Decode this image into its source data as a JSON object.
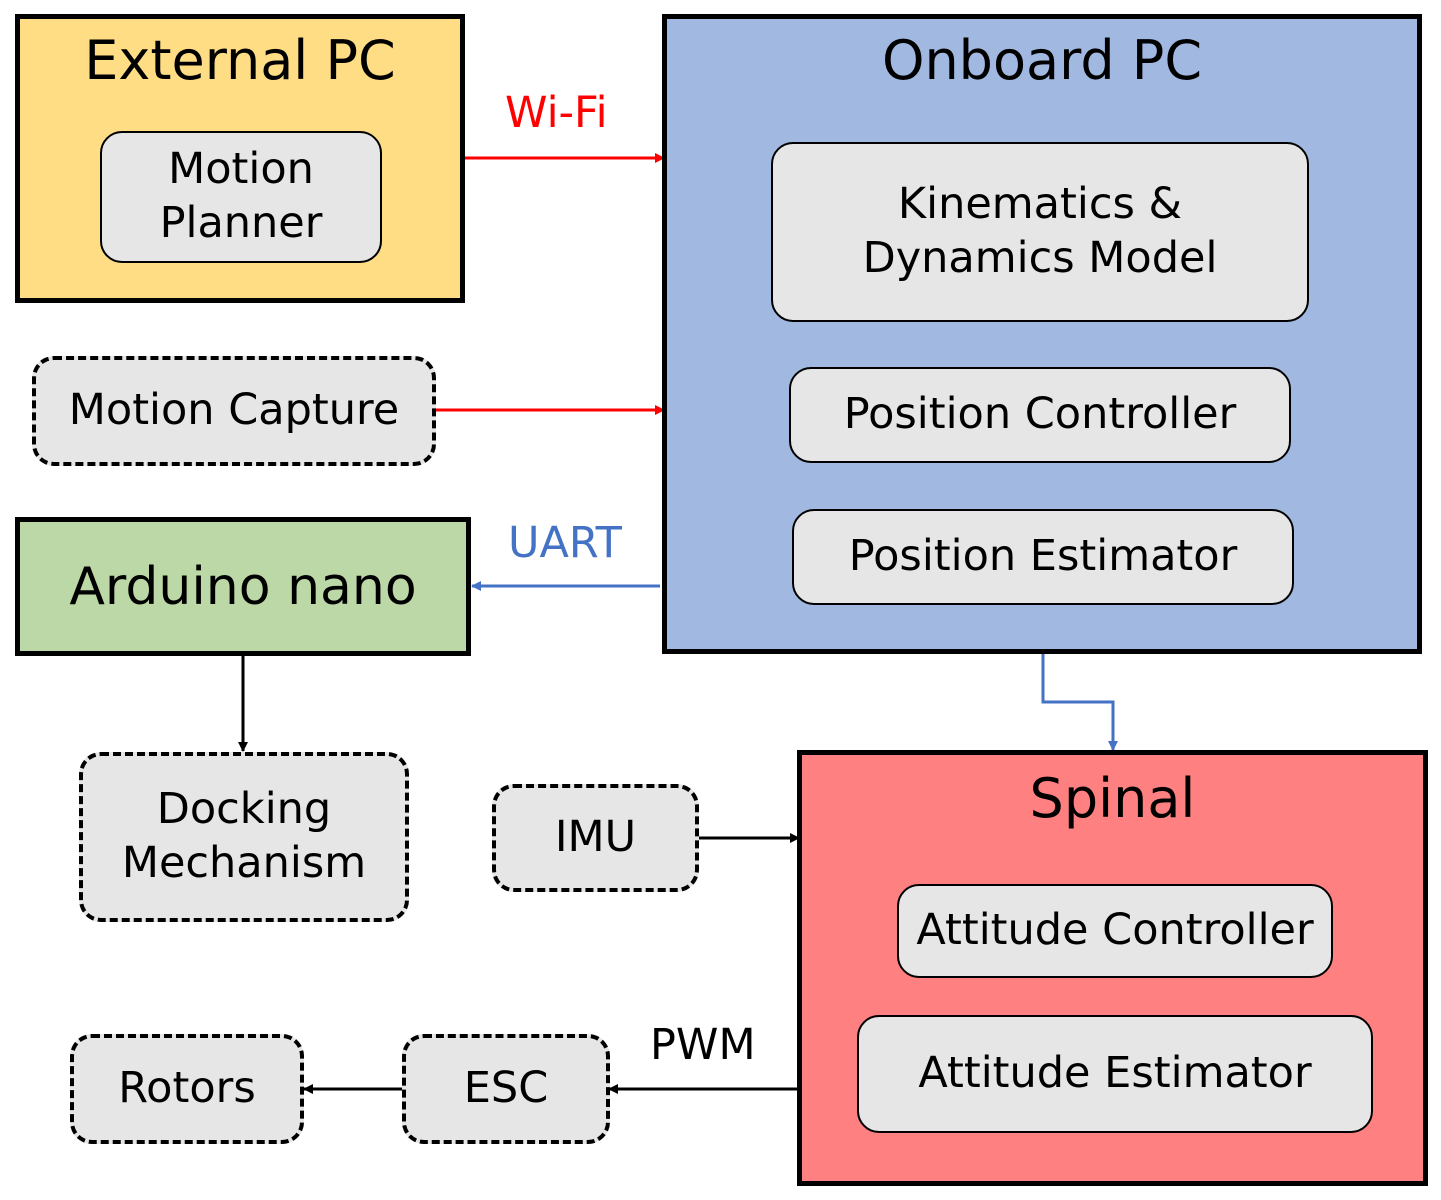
{
  "colors": {
    "external_pc": "#FFDD84",
    "onboard_pc": "#A1B9E1",
    "arduino": "#BBD8A6",
    "spinal": "#FF8080",
    "module": "#E6E6E6",
    "wifi": "#FF0000",
    "uart": "#4472C4",
    "pwm": "#000000"
  },
  "blocks": {
    "external_pc": {
      "title": "External PC",
      "modules": [
        "Motion\nPlanner"
      ]
    },
    "onboard_pc": {
      "title": "Onboard PC",
      "modules": [
        "Kinematics &\nDynamics Model",
        "Position Controller",
        "Position Estimator"
      ]
    },
    "arduino": {
      "title": "Arduino nano"
    },
    "spinal": {
      "title": "Spinal",
      "modules": [
        "Attitude Controller",
        "Attitude Estimator"
      ]
    }
  },
  "peripherals": {
    "motion_capture": "Motion Capture",
    "docking": "Docking\nMechanism",
    "imu": "IMU",
    "rotors": "Rotors",
    "esc": "ESC"
  },
  "links": {
    "wifi": "Wi-Fi",
    "uart": "UART",
    "pwm": "PWM"
  }
}
